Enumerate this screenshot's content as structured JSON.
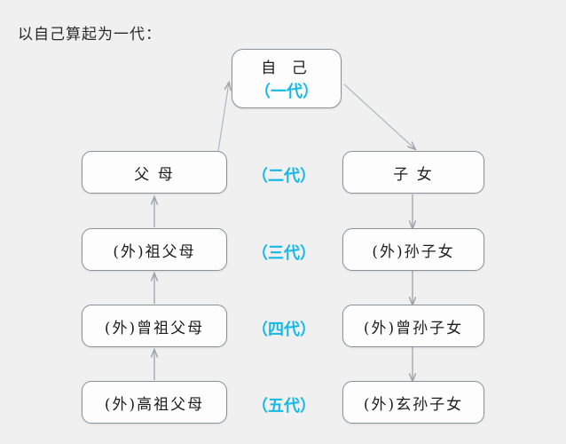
{
  "header": {
    "title": "以自己算起为一代："
  },
  "colors": {
    "background": "#f0f0f0",
    "box_fill": "#fdfdfd",
    "box_border": "#8a9198",
    "accent_cyan": "#16b9e4",
    "text_black": "#1d1d1d",
    "arrow": "#9aa3ab"
  },
  "self_node": {
    "name": "自 己",
    "generation": "（一代）"
  },
  "generations": [
    {
      "label": "（二代）",
      "ancestor": "父 母",
      "descendant": "子 女"
    },
    {
      "label": "（三代）",
      "ancestor": "(外)祖父母",
      "descendant": "(外)孙子女"
    },
    {
      "label": "（四代）",
      "ancestor": "(外)曾祖父母",
      "descendant": "(外)曾孙子女"
    },
    {
      "label": "（五代）",
      "ancestor": "(外)高祖父母",
      "descendant": "(外)玄孙子女"
    }
  ]
}
